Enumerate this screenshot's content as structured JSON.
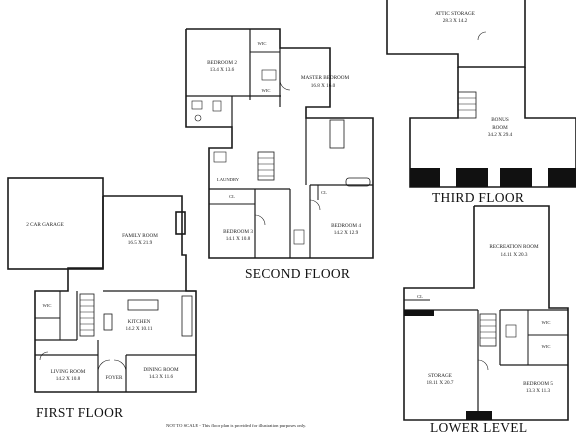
{
  "floors": {
    "first": "FIRST FLOOR",
    "second": "SECOND FLOOR",
    "third": "THIRD FLOOR",
    "lower": "LOWER LEVEL"
  },
  "rooms": {
    "garage": {
      "name": "2 CAR GARAGE"
    },
    "family_room": {
      "name": "FAMILY ROOM",
      "dim": "16.5 X 21.9"
    },
    "kitchen": {
      "name": "KITCHEN",
      "dim": "14.2 X 10.11"
    },
    "living_room": {
      "name": "LIVING ROOM",
      "dim": "14.2 X 10.8"
    },
    "foyer": {
      "name": "FOYER"
    },
    "dining_room": {
      "name": "DINING ROOM",
      "dim": "14.3 X 11.6"
    },
    "wic_first": {
      "name": "WIC"
    },
    "bedroom2": {
      "name": "BEDROOM 2",
      "dim": "13.4 X 13.6"
    },
    "master_bedroom": {
      "name": "MASTER BEDROOM",
      "dim": "16.8 X 16.0"
    },
    "wic_b2": {
      "name": "WIC"
    },
    "wic_master": {
      "name": "WIC"
    },
    "laundry": {
      "name": "LAUNDRY"
    },
    "cl_laundry": {
      "name": "CL"
    },
    "cl_b4": {
      "name": "CL"
    },
    "bedroom3": {
      "name": "BEDROOM 3",
      "dim": "14.1 X 10.8"
    },
    "bedroom4": {
      "name": "BEDROOM 4",
      "dim": "14.2 X 12.9"
    },
    "attic": {
      "name": "ATTIC STORAGE",
      "dim": "28.3 X 14.2"
    },
    "bonus": {
      "name": "BONUS",
      "name2": "ROOM",
      "dim": "34.2 X 29.4"
    },
    "recreation": {
      "name": "RECREATION ROOM",
      "dim": "14.11 X 20.3"
    },
    "cl_lower": {
      "name": "CL"
    },
    "wic_lower1": {
      "name": "WIC"
    },
    "wic_lower2": {
      "name": "WIC"
    },
    "storage": {
      "name": "STORAGE",
      "dim": "18.11 X 20.7"
    },
    "bedroom5": {
      "name": "BEDROOM 5",
      "dim": "13.3 X 11.3"
    }
  },
  "footer": {
    "disclaimer": "NOT TO SCALE - This floor plan is provided for illustration purposes only."
  }
}
